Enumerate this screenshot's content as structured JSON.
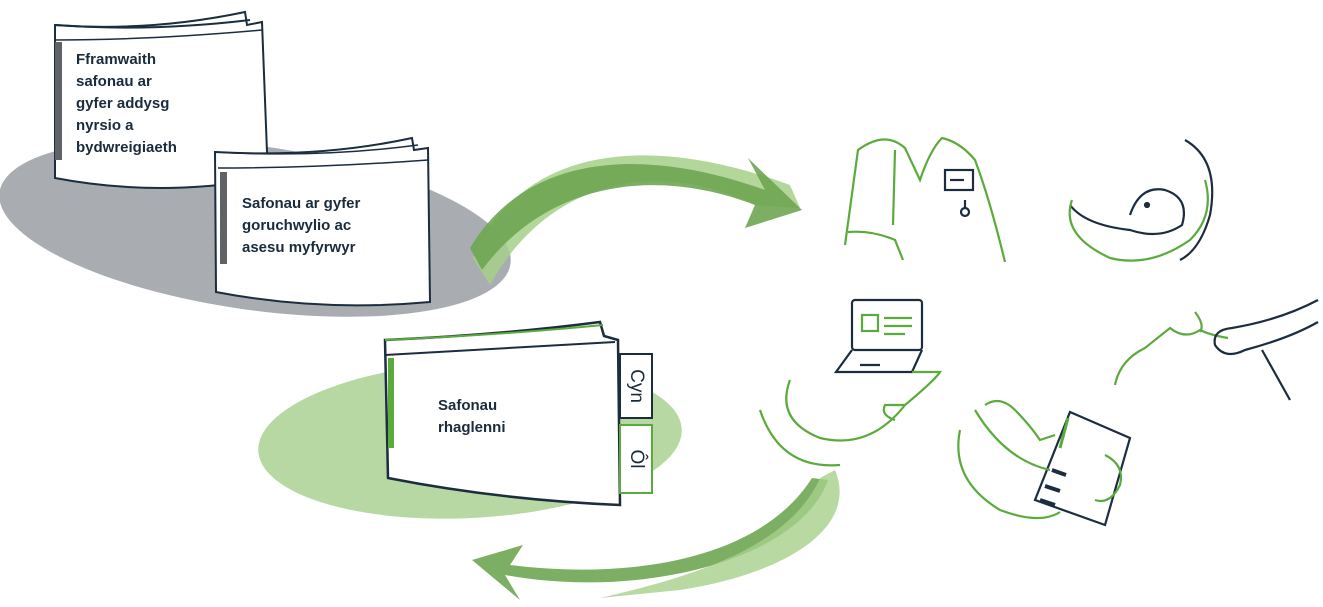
{
  "documents": {
    "framework_label": "Fframwaith\nsafonau ar\ngyfer addysg\nnyrsio a\nbydwreigiaeth",
    "supervision_label": "Safonau ar gyfer\ngoruchwylio ac\nasesu myfyrwyr",
    "programme_label": "Safonau\nrhaglenni",
    "tab_before": "Cyn",
    "tab_after": "Ôl"
  },
  "colors": {
    "navy": "#1b2d3f",
    "green": "#5aab3c",
    "grey_shadow": "#a9adb1",
    "light_green": "#b8d8a3",
    "arrow_green": "#6ea552",
    "arrow_light": "#a6cf8a"
  },
  "icons": [
    "nurse-uniform-icon",
    "baby-in-arms-icon",
    "laptop-in-hand-icon",
    "handshake-icon",
    "person-holding-document-icon"
  ]
}
